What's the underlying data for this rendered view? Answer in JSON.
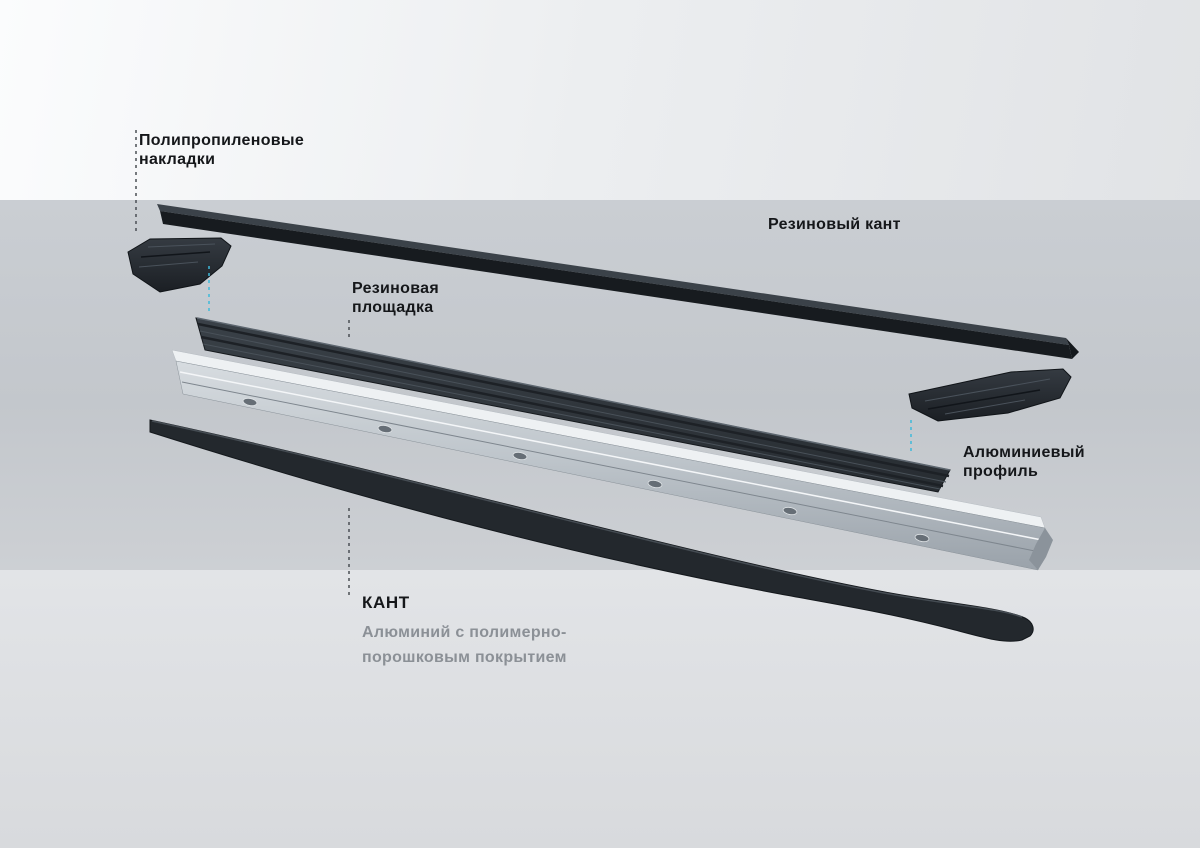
{
  "diagram": {
    "labels": {
      "pp_caps_line1": "Полипропиленовые",
      "pp_caps_line2": "накладки",
      "rubber_edge": "Резиновый кант",
      "rubber_pad_line1": "Резиновая",
      "rubber_pad_line2": "площадка",
      "alu_profile_line1": "Алюминиевый",
      "alu_profile_line2": "профиль",
      "kant_title": "КАНТ",
      "kant_sub_line1": "Алюминий с полимерно-",
      "kant_sub_line2": "порошковым покрытием"
    },
    "colors": {
      "leader_dark": "#4a4f54",
      "leader_cyan": "#3fb9da",
      "part_dark": "#23282d",
      "aluminum_light": "#d7dce0",
      "aluminum_dark": "#9aa2aa",
      "label_text": "#15171a",
      "label_gray": "#8b9096"
    }
  }
}
